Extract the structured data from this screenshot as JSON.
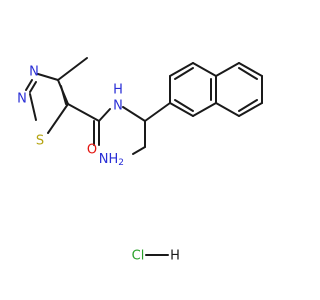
{
  "colors": {
    "bond": "#1a1a1a",
    "carbon": "#1a1a1a",
    "nitrogen": "#2a2fd6",
    "oxygen": "#e3140f",
    "sulfur": "#b5a411",
    "chlorine": "#2aa02a",
    "background": "#ffffff"
  },
  "atoms": {
    "ring_n3": "N",
    "ring_n2": "N",
    "ring_s1": "S",
    "carbonyl_o": "O",
    "amide_nh": "N",
    "amide_h": "H",
    "amine_nh2": "NH",
    "amine_sub2": "2",
    "hcl_cl": "Cl",
    "hcl_h": "H"
  }
}
